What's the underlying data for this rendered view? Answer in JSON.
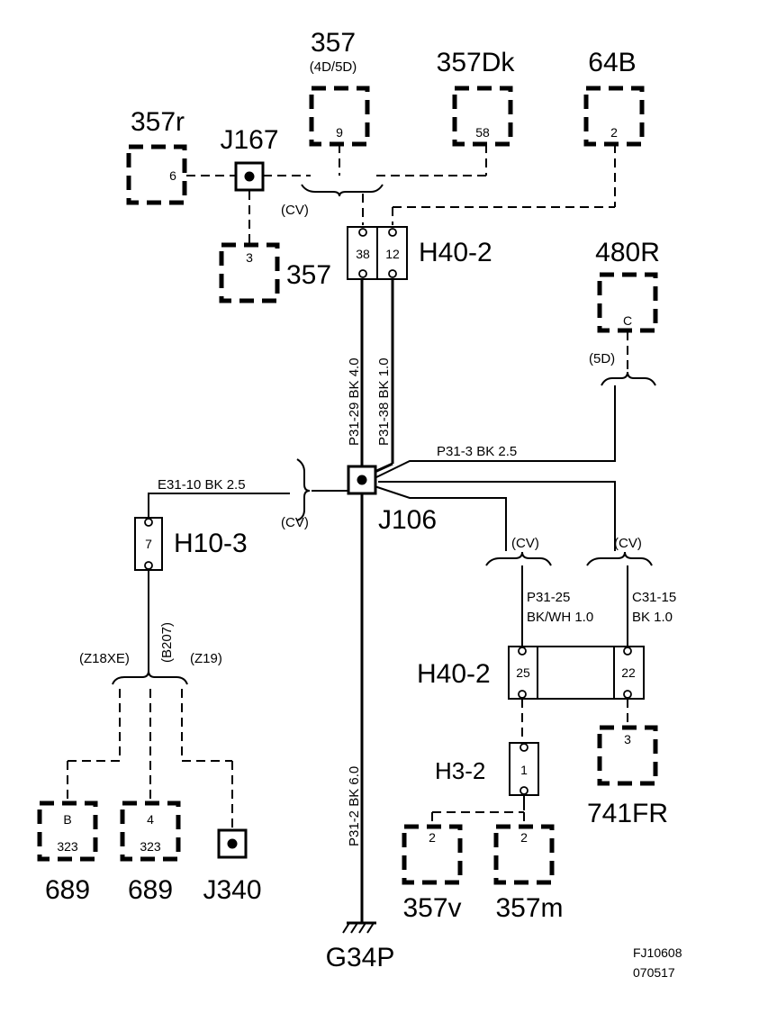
{
  "components": {
    "c357_4d5d": {
      "name": "357",
      "variant": "(4D/5D)",
      "pin": "9"
    },
    "c357dk": {
      "name": "357Dk",
      "pin": "58"
    },
    "c64b": {
      "name": "64B",
      "pin": "2"
    },
    "c357r": {
      "name": "357r",
      "pin": "6"
    },
    "c357_lower": {
      "name": "357",
      "pin": "3"
    },
    "c480r": {
      "name": "480R",
      "pin": "C"
    },
    "c741fr": {
      "name": "741FR",
      "pin": "3"
    },
    "c689a": {
      "name": "689",
      "pin": "B",
      "sub": "323"
    },
    "c689b": {
      "name": "689",
      "pin": "4",
      "sub": "323"
    },
    "c357v": {
      "name": "357v",
      "pin": "2"
    },
    "c357m": {
      "name": "357m",
      "pin": "2"
    }
  },
  "connectors": {
    "h40_2_top": {
      "name": "H40-2",
      "pins": [
        "38",
        "12"
      ]
    },
    "h40_2_bottom": {
      "name": "H40-2",
      "pins": [
        "25",
        "22"
      ]
    },
    "h10_3": {
      "name": "H10-3",
      "pin": "7"
    },
    "h3_2": {
      "name": "H3-2",
      "pin": "1"
    }
  },
  "junctions": {
    "j167": "J167",
    "j106": "J106",
    "j340": "J340"
  },
  "ground": "G34P",
  "variant_labels": {
    "cv": "(CV)",
    "d5": "(5D)",
    "z18xe": "(Z18XE)",
    "b207": "(B207)",
    "z19": "(Z19)"
  },
  "wires": {
    "p31_29": "P31-29  BK  4.0",
    "p31_38": "P31-38  BK  1.0",
    "p31_3": "P31-3       BK  2.5",
    "e31_10": "E31-10  BK   2.5",
    "p31_25_code": "P31-25",
    "p31_25_spec": "BK/WH 1.0",
    "c31_15_code": "C31-15",
    "c31_15_spec": "BK 1.0",
    "p31_2": "P31-2  BK  6.0"
  },
  "figure_id": "FJ10608",
  "figure_date": "070517"
}
